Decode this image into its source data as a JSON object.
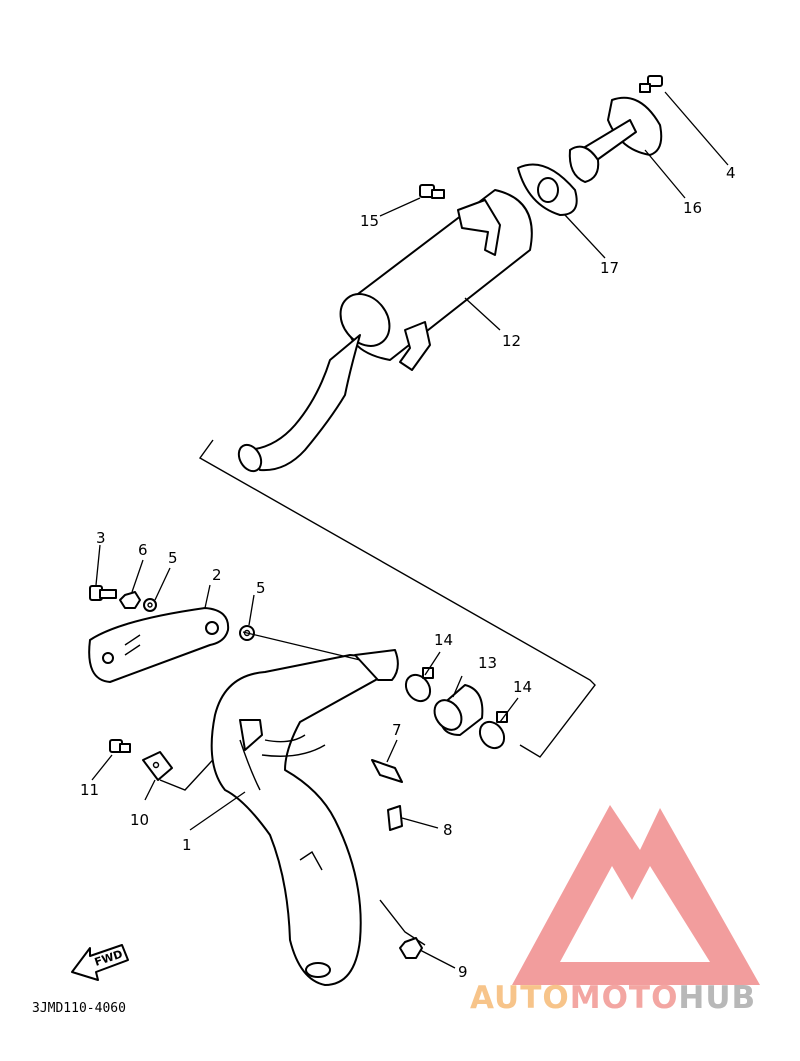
{
  "labels": {
    "p1": "1",
    "p2": "2",
    "p3": "3",
    "p4": "4",
    "p5a": "5",
    "p5b": "5",
    "p6": "6",
    "p7": "7",
    "p8": "8",
    "p9": "9",
    "p10": "10",
    "p11": "11",
    "p12": "12",
    "p13": "13",
    "p14a": "14",
    "p14b": "14",
    "p15": "15",
    "p16": "16",
    "p17": "17"
  },
  "fwd_label": "FWD",
  "diagram_code": "3JMD110-4060",
  "watermark": {
    "part1": "AUTO",
    "part2": "MOTO",
    "part3": "HUB",
    "colors": {
      "auto": "#f7c48a",
      "moto": "#f3a6a2",
      "hub": "#b8b8b8",
      "logo": "#f08c8c"
    }
  }
}
